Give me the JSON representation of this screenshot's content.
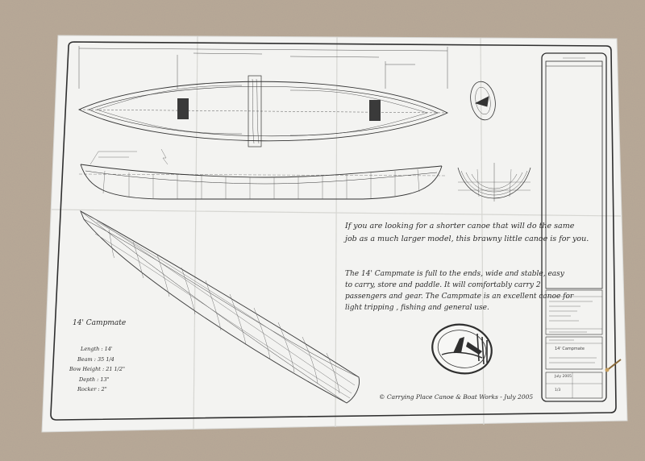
{
  "plan": {
    "intro_lines": [
      "If you are looking for a shorter canoe that will do the same",
      "job as a much larger model, this brawny little canoe is for you."
    ],
    "body_lines": [
      "The 14' Campmate is full to the ends, wide and stable, easy",
      "to carry, store and paddle. It will comfortably carry 2",
      "passengers and gear. The Campmate is an excellent canoe for",
      "light tripping , fishing and general use."
    ],
    "model_title": "14' Campmate",
    "specs": [
      "Length : 14'",
      "Beam : 35 1/4",
      "Bow Height : 21 1/2\"",
      "Depth : 13\"",
      "Rocker : 2\""
    ],
    "footer": "© Carrying Place Canoe & Boat Works - July 2005"
  },
  "title_block": {
    "drawing_title": "14' Campmate",
    "date": "July 2005",
    "sheet": "1/3"
  },
  "colors": {
    "carpet": "#b9a996",
    "paper": "#f3f3f1",
    "ink": "#2c2c2c"
  }
}
